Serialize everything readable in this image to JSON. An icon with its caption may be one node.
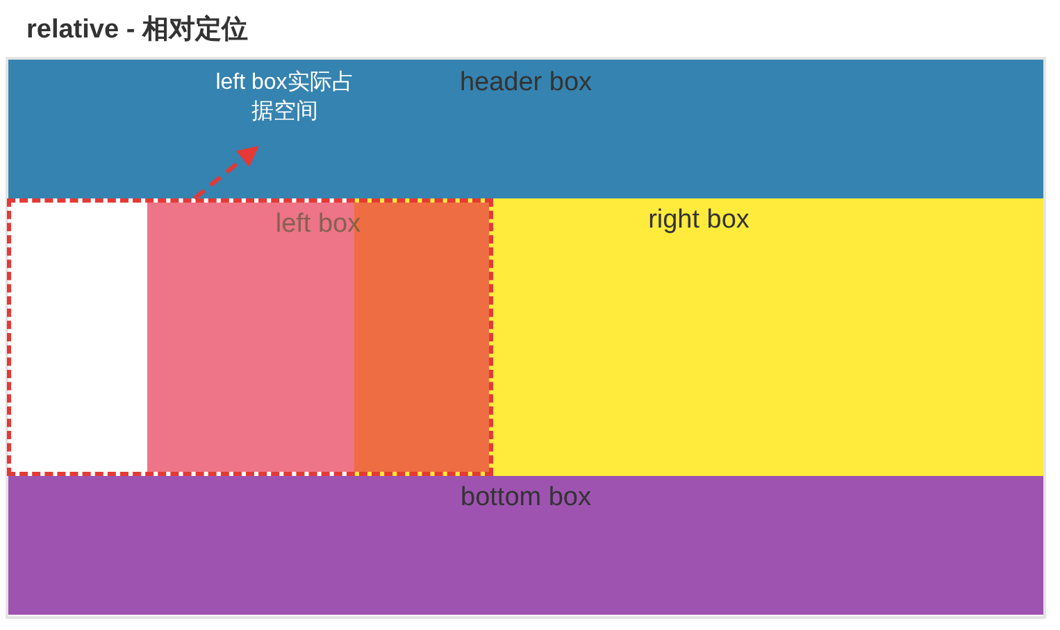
{
  "diagram": {
    "title": "relative - 相对定位",
    "nodes": [
      {
        "text": [
          "header box"
        ]
      },
      {
        "text": [],
        "shape": "box"
      },
      {
        "text": [
          "left box实际占据空间"
        ],
        "in": 0
      },
      {
        "text": [
          "left box"
        ],
        "in": 1
      },
      {
        "text": [
          "right box"
        ]
      },
      {
        "text": [
          "bottom box"
        ]
      }
    ],
    "edges": [
      {
        "from": 1,
        "to": 2,
        "arrow": "to",
        "style": "dashed",
        "color": "#e53935"
      }
    ]
  }
}
